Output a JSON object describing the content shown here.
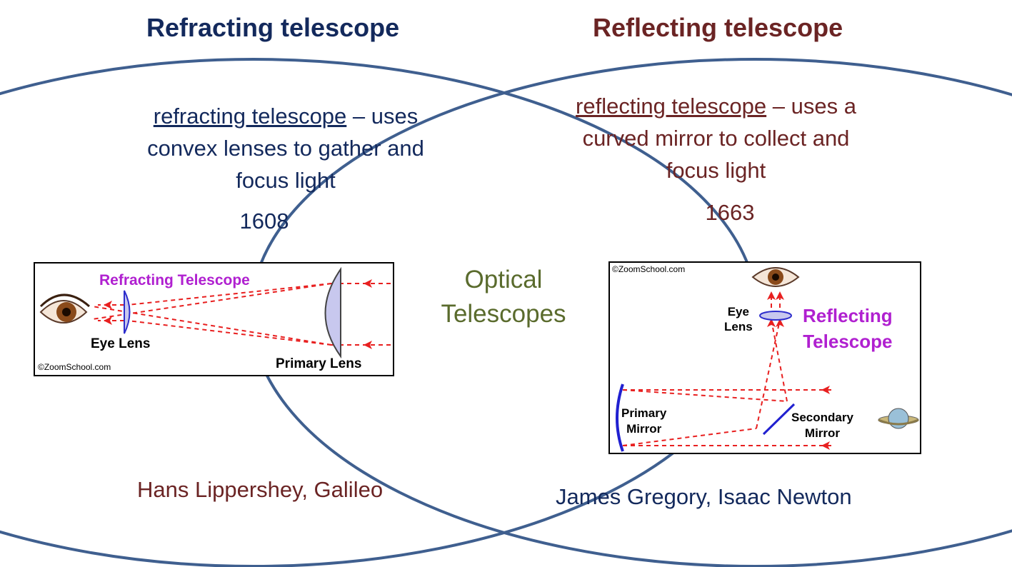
{
  "colors": {
    "navy": "#13295c",
    "maroon": "#6b2424",
    "olive": "#5a6b2d",
    "circle": "#3f5f8f"
  },
  "left": {
    "title": "Refracting telescope",
    "term": "refracting telescope",
    "definition_rest": " – uses convex lenses to gather and focus light",
    "year": "1608",
    "inventors": "Hans Lippershey, Galileo",
    "figure": {
      "title": "Refracting Telescope",
      "eye_lens_label": "Eye Lens",
      "primary_lens_label": "Primary Lens",
      "credit": "©ZoomSchool.com"
    }
  },
  "right": {
    "title": "Reflecting telescope",
    "term": "reflecting telescope",
    "definition_rest": " – uses a curved mirror to collect and focus light",
    "year": "1663",
    "inventors": "James Gregory, Isaac Newton",
    "figure": {
      "title_line1": "Reflecting",
      "title_line2": "Telescope",
      "eye_label_line1": "Eye",
      "eye_label_line2": "Lens",
      "primary_label_line1": "Primary",
      "primary_label_line2": "Mirror",
      "secondary_label_line1": "Secondary",
      "secondary_label_line2": "Mirror",
      "credit": "©ZoomSchool.com"
    }
  },
  "center": {
    "line1": "Optical",
    "line2": "Telescopes"
  }
}
